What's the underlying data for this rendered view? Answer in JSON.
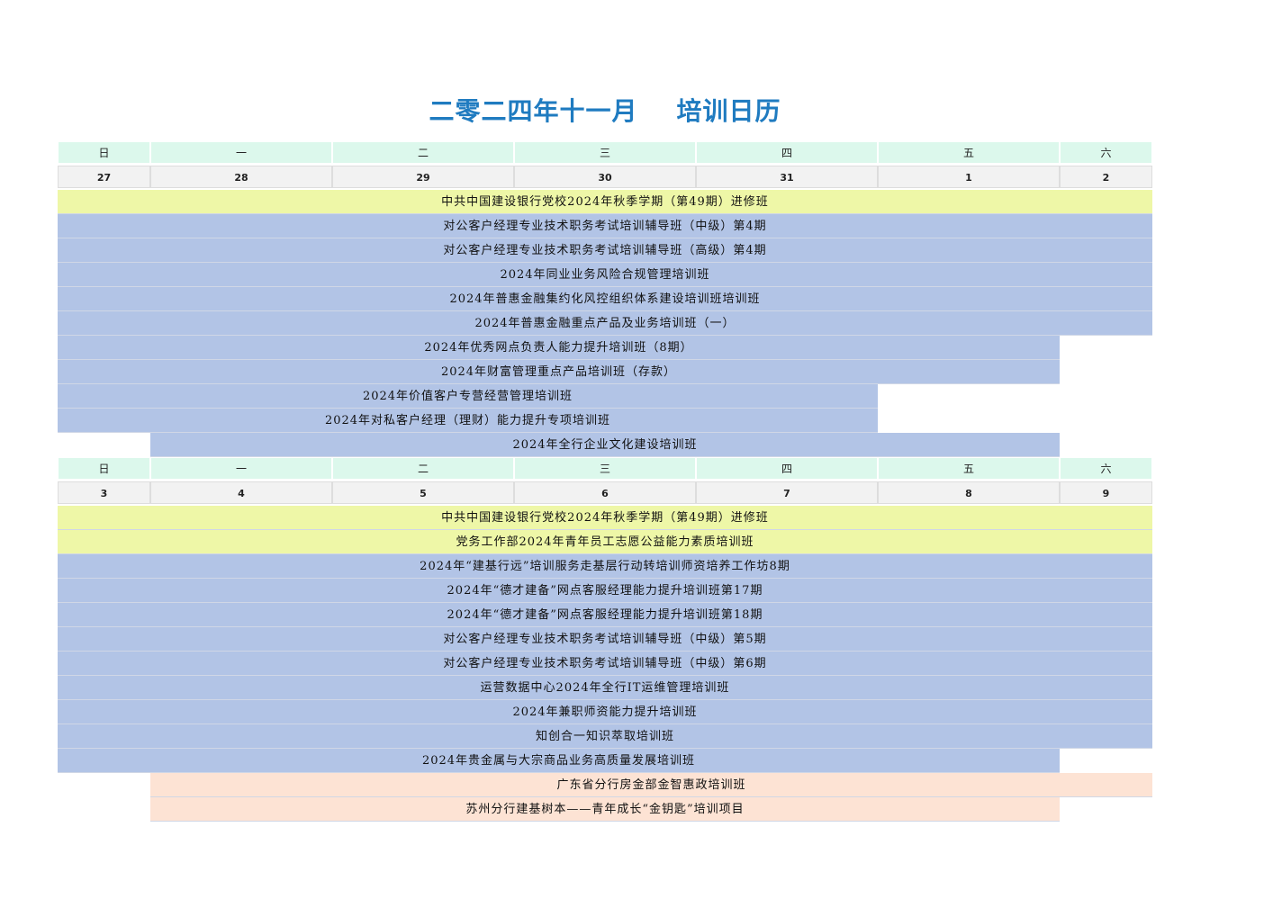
{
  "title": "二零二四年十一月    培训日历",
  "weekday_headers": [
    "日",
    "一",
    "二",
    "三",
    "四",
    "五",
    "六"
  ],
  "colors": {
    "title": "#1f7bc0",
    "header_bg": "#dcf8ec",
    "date_bg": "#f2f2f2",
    "yellow": "#eef7a7",
    "blue": "#b2c4e6",
    "peach": "#fde3d4"
  },
  "weeks": [
    {
      "dates": [
        "27",
        "28",
        "29",
        "30",
        "31",
        "1",
        "2"
      ],
      "events": [
        {
          "label": "中共中国建设银行党校2024年秋季学期（第49期）进修班",
          "start": 0,
          "end": 6,
          "color": "yellow"
        },
        {
          "label": "对公客户经理专业技术职务考试培训辅导班（中级）第4期",
          "start": 0,
          "end": 6,
          "color": "blue"
        },
        {
          "label": "对公客户经理专业技术职务考试培训辅导班（高级）第4期",
          "start": 0,
          "end": 6,
          "color": "blue"
        },
        {
          "label": "2024年同业业务风险合规管理培训班",
          "start": 0,
          "end": 6,
          "color": "blue"
        },
        {
          "label": "2024年普惠金融集约化风控组织体系建设培训班培训班",
          "start": 0,
          "end": 6,
          "color": "blue"
        },
        {
          "label": "2024年普惠金融重点产品及业务培训班（一）",
          "start": 0,
          "end": 6,
          "color": "blue"
        },
        {
          "label": "2024年优秀网点负责人能力提升培训班（8期）",
          "start": 0,
          "end": 5,
          "color": "blue"
        },
        {
          "label": "2024年财富管理重点产品培训班（存款）",
          "start": 0,
          "end": 5,
          "color": "blue"
        },
        {
          "label": "2024年价值客户专营经营管理培训班",
          "start": 0,
          "end": 4,
          "color": "blue"
        },
        {
          "label": "2024年对私客户经理（理财）能力提升专项培训班",
          "start": 0,
          "end": 4,
          "color": "blue"
        },
        {
          "label": "2024年全行企业文化建设培训班",
          "start": 1,
          "end": 5,
          "color": "blue"
        }
      ]
    },
    {
      "dates": [
        "3",
        "4",
        "5",
        "6",
        "7",
        "8",
        "9"
      ],
      "events": [
        {
          "label": "中共中国建设银行党校2024年秋季学期（第49期）进修班",
          "start": 0,
          "end": 6,
          "color": "yellow"
        },
        {
          "label": "党务工作部2024年青年员工志愿公益能力素质培训班",
          "start": 0,
          "end": 6,
          "color": "yellow"
        },
        {
          "label": "2024年“建基行远”培训服务走基层行动转培训师资培养工作坊8期",
          "start": 0,
          "end": 6,
          "color": "blue"
        },
        {
          "label": "2024年“德才建备”网点客服经理能力提升培训班第17期",
          "start": 0,
          "end": 6,
          "color": "blue"
        },
        {
          "label": "2024年“德才建备”网点客服经理能力提升培训班第18期",
          "start": 0,
          "end": 6,
          "color": "blue"
        },
        {
          "label": "对公客户经理专业技术职务考试培训辅导班（中级）第5期",
          "start": 0,
          "end": 6,
          "color": "blue"
        },
        {
          "label": "对公客户经理专业技术职务考试培训辅导班（中级）第6期",
          "start": 0,
          "end": 6,
          "color": "blue"
        },
        {
          "label": "运营数据中心2024年全行IT运维管理培训班",
          "start": 0,
          "end": 6,
          "color": "blue"
        },
        {
          "label": "2024年兼职师资能力提升培训班",
          "start": 0,
          "end": 6,
          "color": "blue"
        },
        {
          "label": "知创合一知识萃取培训班",
          "start": 0,
          "end": 6,
          "color": "blue"
        },
        {
          "label": "2024年贵金属与大宗商品业务高质量发展培训班",
          "start": 0,
          "end": 5,
          "color": "blue"
        },
        {
          "label": "广东省分行房金部金智惠政培训班",
          "start": 1,
          "end": 6,
          "color": "peach"
        },
        {
          "label": "苏州分行建基树本——青年成长“金钥匙”培训项目",
          "start": 1,
          "end": 5,
          "color": "peach"
        }
      ]
    }
  ]
}
